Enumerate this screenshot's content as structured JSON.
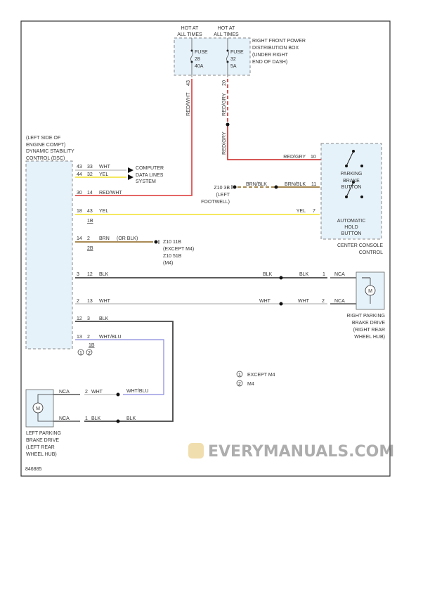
{
  "diagram_id": "846885",
  "watermark": "EVERYMANUALS.COM",
  "colors": {
    "red_wht": "#e05050",
    "red_gry": "#d04040",
    "yel": "#f2e64a",
    "wht": "#cccccc",
    "brn": "#9b7a3c",
    "blk": "#444444",
    "wht_blu": "#8888dd",
    "box_fill": "#e6f2fa"
  },
  "fuse_box": {
    "hot_label_1": [
      "HOT AT",
      "ALL TIMES"
    ],
    "hot_label_2": [
      "HOT AT",
      "ALL TIMES"
    ],
    "fuse_a": [
      "FUSE",
      "28",
      "40A"
    ],
    "fuse_b": [
      "FUSE",
      "32",
      "5A"
    ],
    "label": [
      "RIGHT FRONT POWER",
      "DISTRIBUTION BOX",
      "(UNDER RIGHT",
      "END OF DASH)"
    ],
    "pin_a": "43",
    "pin_b": "20",
    "wire_a": "RED/WHT",
    "wire_b1": "RED/GRY",
    "wire_b2": "RED/GRY"
  },
  "dsc": {
    "label": [
      "(LEFT SIDE OF",
      "ENGINE COMPT)",
      "DYNAMIC STABILITY",
      "CONTROL (DSC)"
    ],
    "rows": [
      {
        "pin": "43",
        "circuit": "33",
        "color": "WHT"
      },
      {
        "pin": "44",
        "circuit": "32",
        "color": "YEL"
      },
      {
        "pin": "30",
        "circuit": "14",
        "color": "RED/WHT"
      },
      {
        "pin": "18",
        "circuit": "43",
        "color": "YEL",
        "sub": "1B"
      },
      {
        "pin": "14",
        "circuit": "2",
        "color": "BRN",
        "note": "(OR BLK)",
        "sub": "2B"
      },
      {
        "pin": "3",
        "circuit": "12",
        "color": "BLK"
      },
      {
        "pin": "2",
        "circuit": "13",
        "color": "WHT"
      },
      {
        "pin": "12",
        "circuit": "3",
        "color": "BLK"
      },
      {
        "pin": "13",
        "circuit": "2",
        "color": "WHT/BLU",
        "sub": "1B"
      }
    ]
  },
  "data_lines": [
    "COMPUTER",
    "DATA LINES",
    "SYSTEM"
  ],
  "ground_z10_11b": [
    "Z10 11B",
    "(EXCEPT M4)",
    "Z10 51B",
    "(M4)"
  ],
  "ground_z10_3b": [
    "Z10 3B",
    "(LEFT",
    "FOOTWELL)"
  ],
  "console": {
    "label": [
      "CENTER CONSOLE",
      "CONTROL"
    ],
    "parking_button": [
      "PARKING",
      "BRAKE",
      "BUTTON"
    ],
    "hold_button": [
      "AUTOMATIC",
      "HOLD",
      "BUTTON"
    ],
    "pins": [
      {
        "pin": "10",
        "color": "RED/GRY"
      },
      {
        "pin": "11",
        "color": "BRN/BLK"
      },
      {
        "pin": "7",
        "color": "YEL"
      }
    ],
    "brn_blk_left": "BRN/BLK"
  },
  "right_drive": {
    "label": [
      "RIGHT PARKING",
      "BRAKE DRIVE",
      "(RIGHT REAR",
      "WHEEL HUB)"
    ],
    "motor": "M",
    "blk_a": "BLK",
    "blk_b": "BLK",
    "wht_a": "WHT",
    "wht_b": "WHT",
    "pin1": "1",
    "pin2": "2",
    "nca1": "NCA",
    "nca2": "NCA"
  },
  "left_drive": {
    "label": [
      "LEFT PARKING",
      "BRAKE DRIVE",
      "(LEFT REAR",
      "WHEEL HUB)"
    ],
    "motor": "M",
    "nca1": "NCA",
    "nca2": "NCA",
    "pin2": "2",
    "wht": "WHT",
    "wht_blu": "WHT/BLU",
    "pin1": "1",
    "blk": "BLK",
    "blk2": "BLK"
  },
  "legend": [
    {
      "mark": "1",
      "text": "EXCEPT M4"
    },
    {
      "mark": "2",
      "text": "M4"
    }
  ]
}
